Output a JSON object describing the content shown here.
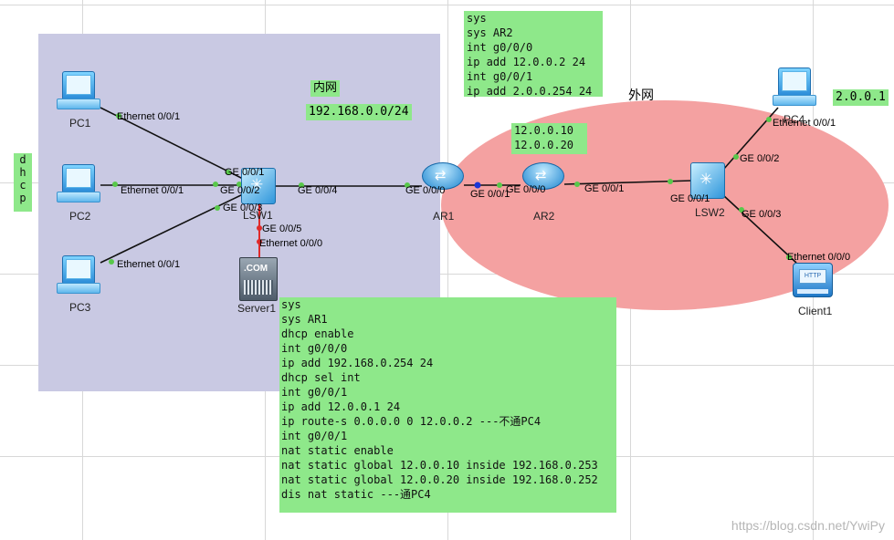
{
  "colors": {
    "inner_zone": "#c9c9e3",
    "outer_zone": "#f4a1a1",
    "note_bg": "#8ee88a",
    "port_dot": "#58c84a"
  },
  "zones": {
    "inner_label": "内网",
    "inner_subnet": "192.168.0.0/24",
    "outer_label": "外网"
  },
  "dhcp_tag": [
    "d",
    "h",
    "c",
    "p"
  ],
  "pc4_ip": "2.0.0.1",
  "nat_ips": "12.0.0.10\n12.0.0.20",
  "notes": {
    "ar2_config": "sys\nsys AR2\nint g0/0/0\nip add 12.0.0.2 24\nint g0/0/1\nip add 2.0.0.254 24",
    "ar1_config": "sys\nsys AR1\ndhcp enable\nint g0/0/0\nip add 192.168.0.254 24\ndhcp sel int\nint g0/0/1\nip add 12.0.0.1 24\nip route-s 0.0.0.0 0 12.0.0.2 ---不通PC4\nint g0/0/1\nnat static enable\nnat static global 12.0.0.10 inside 192.168.0.253\nnat static global 12.0.0.20 inside 192.168.0.252\ndis nat static ---通PC4"
  },
  "devices": {
    "pc1": "PC1",
    "pc2": "PC2",
    "pc3": "PC3",
    "pc4": "PC4",
    "lsw1": "LSW1",
    "lsw2": "LSW2",
    "ar1": "AR1",
    "ar2": "AR2",
    "server1": "Server1",
    "server1_badge": ".COM",
    "client1": "Client1",
    "client1_badge": "HTTP"
  },
  "ports": {
    "pc1_e001": "Ethernet 0/0/1",
    "pc2_e001": "Ethernet 0/0/1",
    "pc3_e001": "Ethernet 0/0/1",
    "lsw1_ge001": "GE 0/0/1",
    "lsw1_ge002": "GE 0/0/2",
    "lsw1_ge003": "GE 0/0/3",
    "lsw1_ge004": "GE 0/0/4",
    "lsw1_ge005": "GE 0/0/5",
    "server1_e000": "Ethernet 0/0/0",
    "ar1_ge000": "GE 0/0/0",
    "ar1_ge001": "GE 0/0/1",
    "ar2_ge000": "GE 0/0/0",
    "ar2_ge001": "GE 0/0/1",
    "lsw2_ge001": "GE 0/0/1",
    "lsw2_ge002": "GE 0/0/2",
    "lsw2_ge003": "GE 0/0/3",
    "pc4_e001": "Ethernet 0/0/1",
    "client1_e000": "Ethernet 0/0/0"
  },
  "watermark": "https://blog.csdn.net/YwiPy"
}
